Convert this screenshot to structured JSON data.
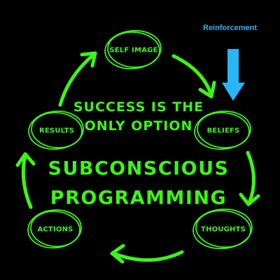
{
  "colors": {
    "background": "#000000",
    "primary": "#3cf515",
    "accent": "#29b6f6"
  },
  "cycle": {
    "self_image": "SELF IMAGE",
    "beliefs": "BELIEFS",
    "thoughts": "THOUGHTS",
    "actions": "ACTIONS",
    "results": "RESULTS"
  },
  "center": {
    "headline_line1": "SUCCESS IS THE",
    "headline_line2": "ONLY OPTION",
    "title_line1": "SUBCONSCIOUS",
    "title_line2": "PROGRAMMING"
  },
  "reinforcement": {
    "label": "Reinforcement",
    "icon": "down-arrow-icon"
  }
}
